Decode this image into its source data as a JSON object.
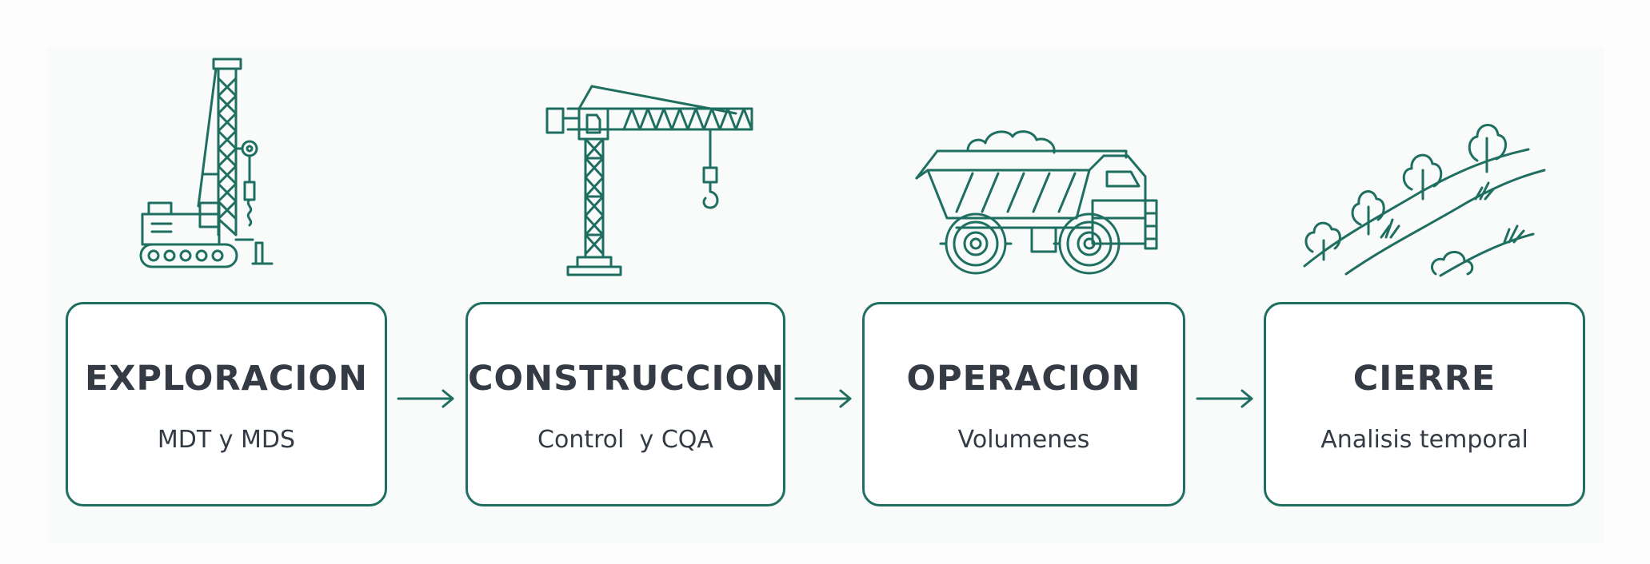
{
  "colors": {
    "accent": "#1f6f61",
    "text": "#343b45",
    "background": "#ffffff"
  },
  "stages": [
    {
      "title": "EXPLORACION",
      "subtitle": "MDT y MDS",
      "icon": "drilling-rig-icon"
    },
    {
      "title": "CONSTRUCCION",
      "subtitle": "Control  y CQA",
      "icon": "tower-crane-icon"
    },
    {
      "title": "OPERACION",
      "subtitle": "Volumenes",
      "icon": "haul-truck-icon"
    },
    {
      "title": "CIERRE",
      "subtitle": "Analisis temporal",
      "icon": "revegetated-hillside-icon"
    }
  ]
}
